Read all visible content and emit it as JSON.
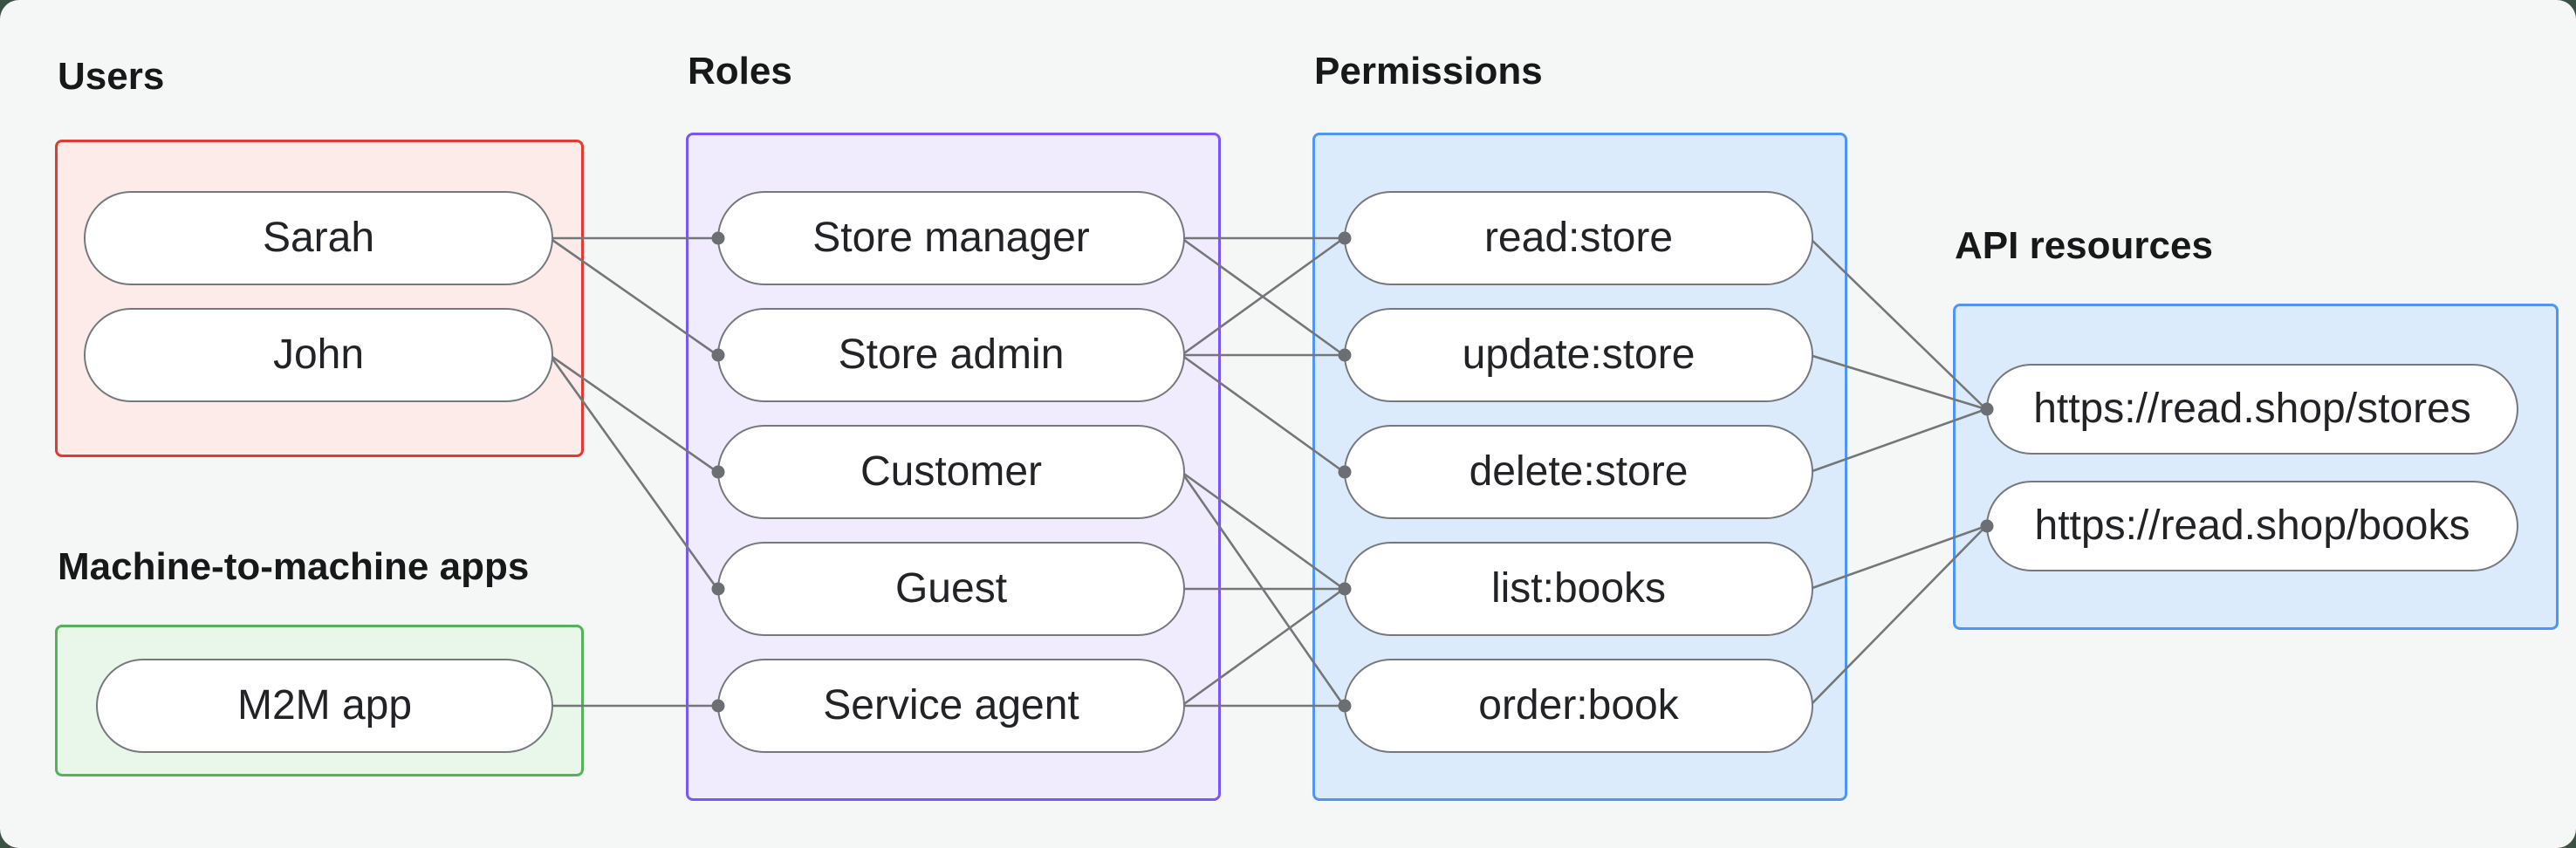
{
  "page": {
    "surface_background": "#3a5243",
    "canvas_background": "#f5f7f6"
  },
  "style": {
    "edge_line_color": "#74777a",
    "edge_dot_color": "#6b6e72",
    "pill_border_color": "#75797d",
    "pill_text_color": "#212326",
    "heading_color": "#17181a"
  },
  "sections": {
    "users": {
      "label": "Users",
      "border_color": "#e03a32",
      "fill_color": "#fcebe8",
      "items": [
        "Sarah",
        "John"
      ]
    },
    "m2m": {
      "label": "Machine-to-machine apps",
      "border_color": "#55b25a",
      "fill_color": "#e9f6ea",
      "items": [
        "M2M app"
      ]
    },
    "roles": {
      "label": "Roles",
      "border_color": "#7a57f3",
      "fill_color": "#f1ecfd",
      "items": [
        "Store manager",
        "Store admin",
        "Customer",
        "Guest",
        "Service agent"
      ]
    },
    "permissions": {
      "label": "Permissions",
      "border_color": "#4e95f4",
      "fill_color": "#dcebfc",
      "items": [
        "read:store",
        "update:store",
        "delete:store",
        "list:books",
        "order:book"
      ]
    },
    "api_resources": {
      "label": "API resources",
      "border_color": "#4e95f4",
      "fill_color": "#dcebfc",
      "items": [
        "https://read.shop/stores",
        "https://read.shop/books"
      ]
    }
  },
  "edges": [
    {
      "from": "Sarah",
      "to": "Store manager"
    },
    {
      "from": "Sarah",
      "to": "Store admin"
    },
    {
      "from": "John",
      "to": "Customer"
    },
    {
      "from": "John",
      "to": "Guest"
    },
    {
      "from": "M2M app",
      "to": "Service agent"
    },
    {
      "from": "Store manager",
      "to": "read:store"
    },
    {
      "from": "Store manager",
      "to": "update:store"
    },
    {
      "from": "Store admin",
      "to": "read:store"
    },
    {
      "from": "Store admin",
      "to": "update:store"
    },
    {
      "from": "Store admin",
      "to": "delete:store"
    },
    {
      "from": "Customer",
      "to": "list:books"
    },
    {
      "from": "Customer",
      "to": "order:book"
    },
    {
      "from": "Guest",
      "to": "list:books"
    },
    {
      "from": "Service agent",
      "to": "list:books"
    },
    {
      "from": "Service agent",
      "to": "order:book"
    },
    {
      "from": "read:store",
      "to": "https://read.shop/stores"
    },
    {
      "from": "update:store",
      "to": "https://read.shop/stores"
    },
    {
      "from": "delete:store",
      "to": "https://read.shop/stores"
    },
    {
      "from": "list:books",
      "to": "https://read.shop/books"
    },
    {
      "from": "order:book",
      "to": "https://read.shop/books"
    }
  ]
}
